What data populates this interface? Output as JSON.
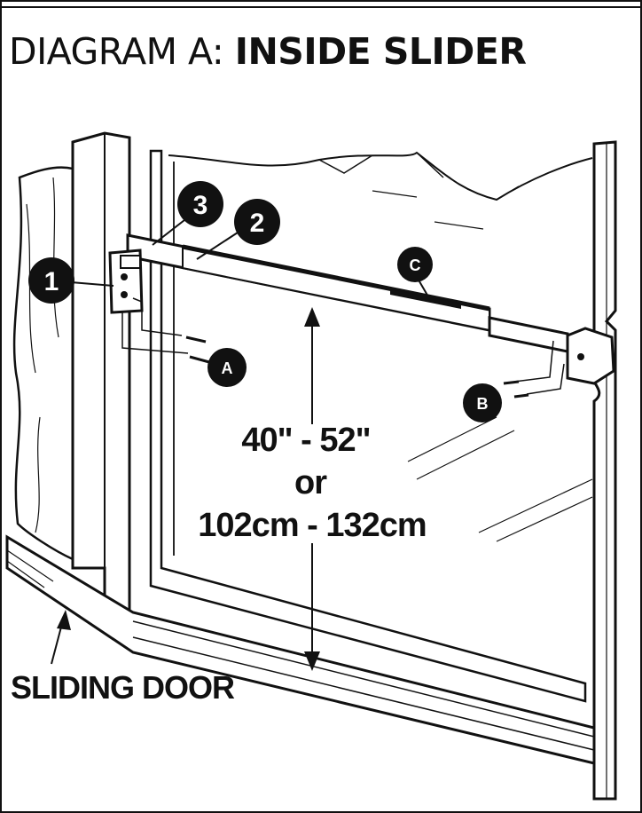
{
  "title": {
    "prefix": "DIAGRAM A: ",
    "emphasis": "INSIDE SLIDER"
  },
  "callouts": {
    "one": "1",
    "two": "2",
    "three": "3",
    "a": "A",
    "b": "B",
    "c": "C"
  },
  "measurement": {
    "imperial": "40\" - 52\"",
    "conjunction": "or",
    "metric": "102cm - 132cm"
  },
  "labels": {
    "sliding_door": "SLIDING DOOR"
  },
  "colors": {
    "ink": "#111111",
    "paper": "#ffffff"
  }
}
